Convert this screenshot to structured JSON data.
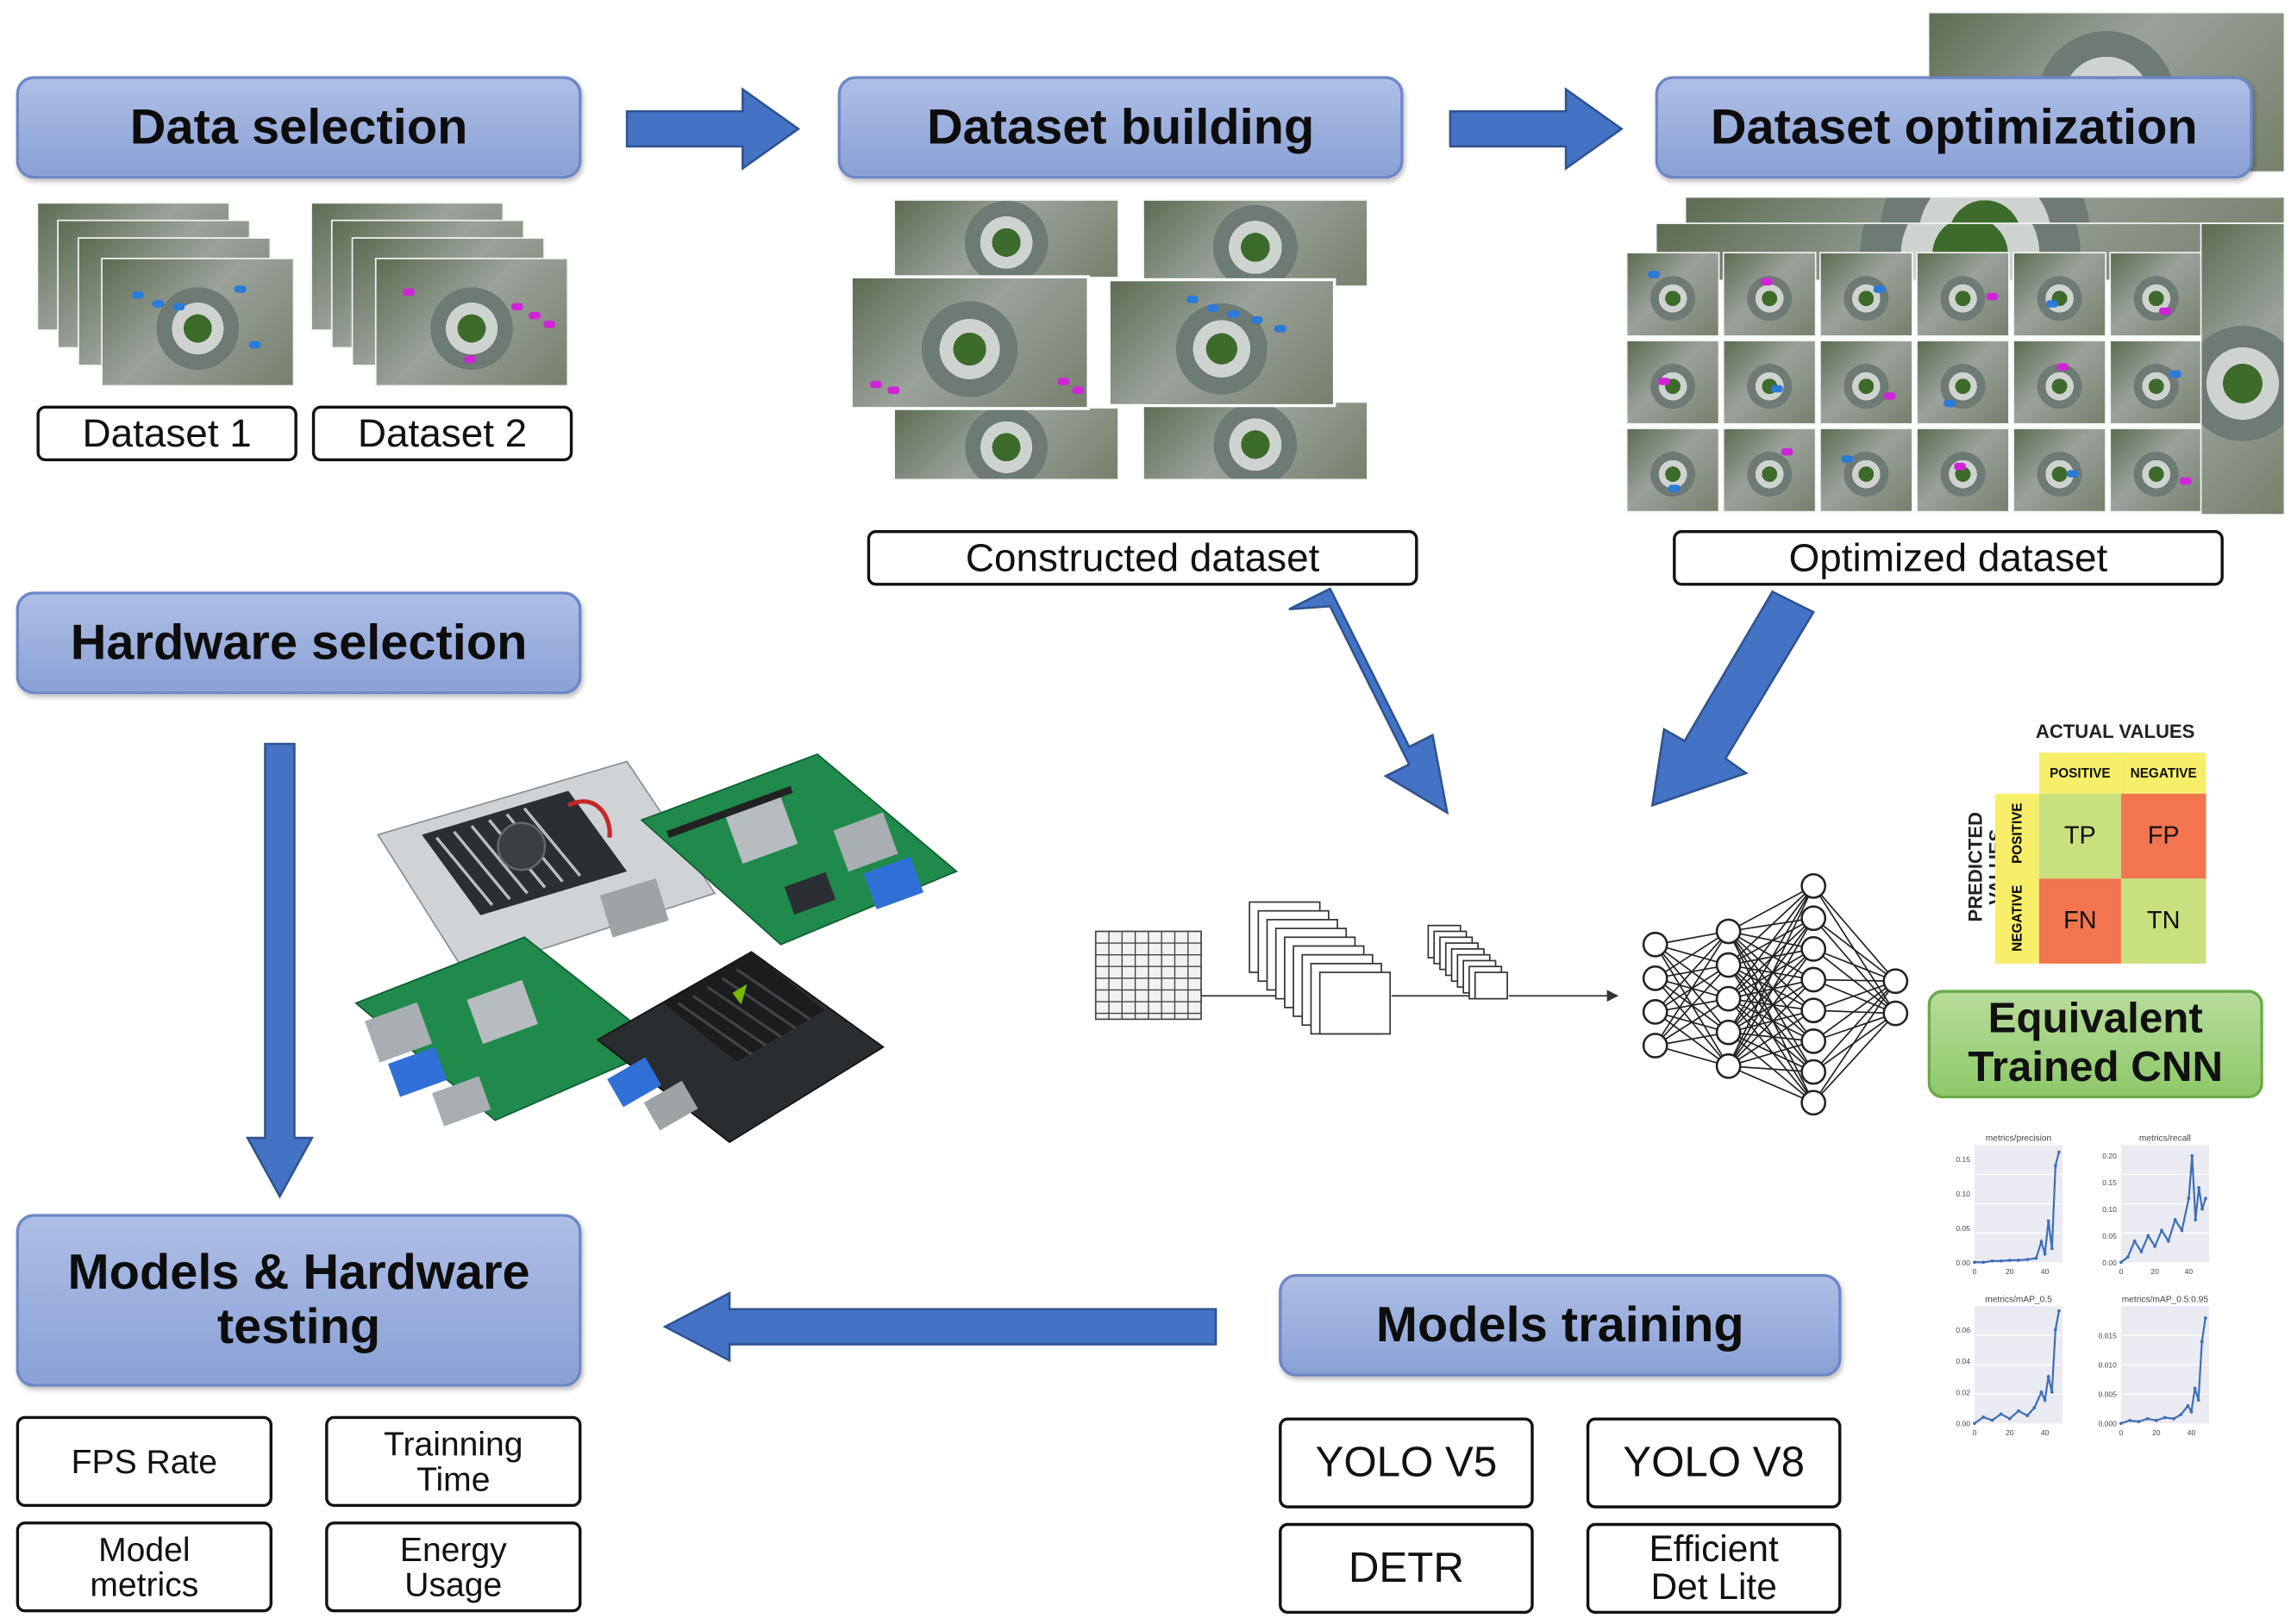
{
  "stages": {
    "data_selection": "Data selection",
    "dataset_building": "Dataset building",
    "dataset_optimization": "Dataset optimization",
    "hardware_selection": "Hardware selection",
    "models_hardware_testing": "Models & Hardware testing",
    "models_training": "Models training"
  },
  "labels": {
    "dataset1": "Dataset 1",
    "dataset2": "Dataset 2",
    "constructed_dataset": "Constructed dataset",
    "optimized_dataset": "Optimized dataset",
    "equivalent_cnn": "Equivalent Trained CNN"
  },
  "metrics": [
    "FPS Rate",
    "Trainning Time",
    "Model metrics",
    "Energy Usage"
  ],
  "models": [
    "YOLO V5",
    "YOLO V8",
    "DETR",
    "Efficient Det Lite"
  ],
  "confusion_matrix": {
    "actual_values": "ACTUAL VALUES",
    "predicted_values_line1": "PREDICTED",
    "predicted_values_line2": "VALUES",
    "positive": "POSITIVE",
    "negative": "NEGATIVE",
    "tp": "TP",
    "fp": "FP",
    "fn": "FN",
    "tn": "TN",
    "colors": {
      "header": "#f7ef6a",
      "tp": "#c8e07e",
      "fp": "#f2754f",
      "fn": "#f2754f",
      "tn": "#c8e07e"
    }
  },
  "colors": {
    "stage_blue": "#8aa1d6",
    "arrow_blue": "#4472c4",
    "equivalent_green": "#8ec96a",
    "vehicle_magenta": "#d024d8",
    "vehicle_blue": "#2b7bd8"
  },
  "chart_data": [
    {
      "type": "line",
      "title": "metrics/precision",
      "x": [
        0,
        5,
        10,
        15,
        20,
        25,
        30,
        35,
        38,
        40,
        42,
        44,
        46,
        48
      ],
      "y": [
        0.0,
        0.0,
        0.002,
        0.002,
        0.003,
        0.003,
        0.004,
        0.006,
        0.03,
        0.012,
        0.06,
        0.02,
        0.14,
        0.16
      ],
      "xticks": [
        "0",
        "20",
        "40"
      ],
      "yticks": [
        "0.00",
        "0.05",
        "0.10",
        "0.15"
      ],
      "xlim": [
        0,
        50
      ],
      "ylim": [
        0,
        0.17
      ]
    },
    {
      "type": "line",
      "title": "metrics/recall",
      "x": [
        0,
        4,
        8,
        12,
        16,
        20,
        24,
        28,
        32,
        36,
        40,
        42,
        44,
        46,
        48,
        50
      ],
      "y": [
        0.0,
        0.01,
        0.04,
        0.02,
        0.05,
        0.03,
        0.06,
        0.04,
        0.08,
        0.06,
        0.12,
        0.2,
        0.08,
        0.14,
        0.1,
        0.12
      ],
      "xticks": [
        "0",
        "20",
        "40"
      ],
      "yticks": [
        "0.00",
        "0.05",
        "0.10",
        "0.15",
        "0.20"
      ],
      "xlim": [
        0,
        52
      ],
      "ylim": [
        0,
        0.22
      ]
    },
    {
      "type": "line",
      "title": "metrics/mAP_0.5",
      "x": [
        0,
        5,
        10,
        15,
        20,
        25,
        30,
        34,
        38,
        40,
        42,
        44,
        46,
        48
      ],
      "y": [
        0.0,
        0.004,
        0.002,
        0.006,
        0.003,
        0.008,
        0.005,
        0.01,
        0.02,
        0.015,
        0.03,
        0.02,
        0.06,
        0.072
      ],
      "xticks": [
        "0",
        "20",
        "40"
      ],
      "yticks": [
        "0.00",
        "0.02",
        "0.04",
        "0.06"
      ],
      "xlim": [
        0,
        50
      ],
      "ylim": [
        0,
        0.075
      ]
    },
    {
      "type": "line",
      "title": "metrics/mAP_0.5:0.95",
      "x": [
        0,
        5,
        10,
        15,
        20,
        25,
        30,
        34,
        38,
        40,
        42,
        44,
        46,
        48
      ],
      "y": [
        0.0,
        0.0005,
        0.0003,
        0.0008,
        0.0005,
        0.001,
        0.0008,
        0.0015,
        0.003,
        0.002,
        0.006,
        0.004,
        0.014,
        0.018
      ],
      "xticks": [
        "0",
        "20",
        "40"
      ],
      "yticks": [
        "0.000",
        "0.005",
        "0.010",
        "0.015"
      ],
      "xlim": [
        0,
        50
      ],
      "ylim": [
        0,
        0.02
      ]
    }
  ]
}
